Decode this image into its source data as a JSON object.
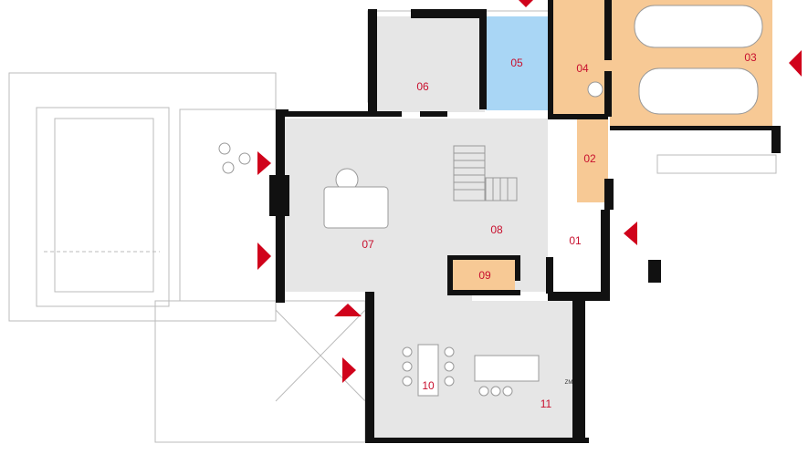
{
  "rooms": [
    {
      "id": "01",
      "fill": "#ffffff"
    },
    {
      "id": "02",
      "fill": "#f7c995"
    },
    {
      "id": "03",
      "fill": "#f7c995"
    },
    {
      "id": "04",
      "fill": "#f7c995"
    },
    {
      "id": "05",
      "fill": "#a9d6f5"
    },
    {
      "id": "06",
      "fill": "#e6e6e6"
    },
    {
      "id": "07",
      "fill": "#e6e6e6"
    },
    {
      "id": "08",
      "fill": "#e6e6e6"
    },
    {
      "id": "09",
      "fill": "#f7c995"
    },
    {
      "id": "10",
      "fill": "#e6e6e6"
    },
    {
      "id": "11",
      "fill": "#e6e6e6"
    }
  ],
  "colors": {
    "wall": "#111111",
    "entrance_marker": "#d0021b",
    "label": "#c8102e",
    "outline": "#bbbbbb"
  },
  "legend": {
    "fridge_label": "ZM"
  }
}
